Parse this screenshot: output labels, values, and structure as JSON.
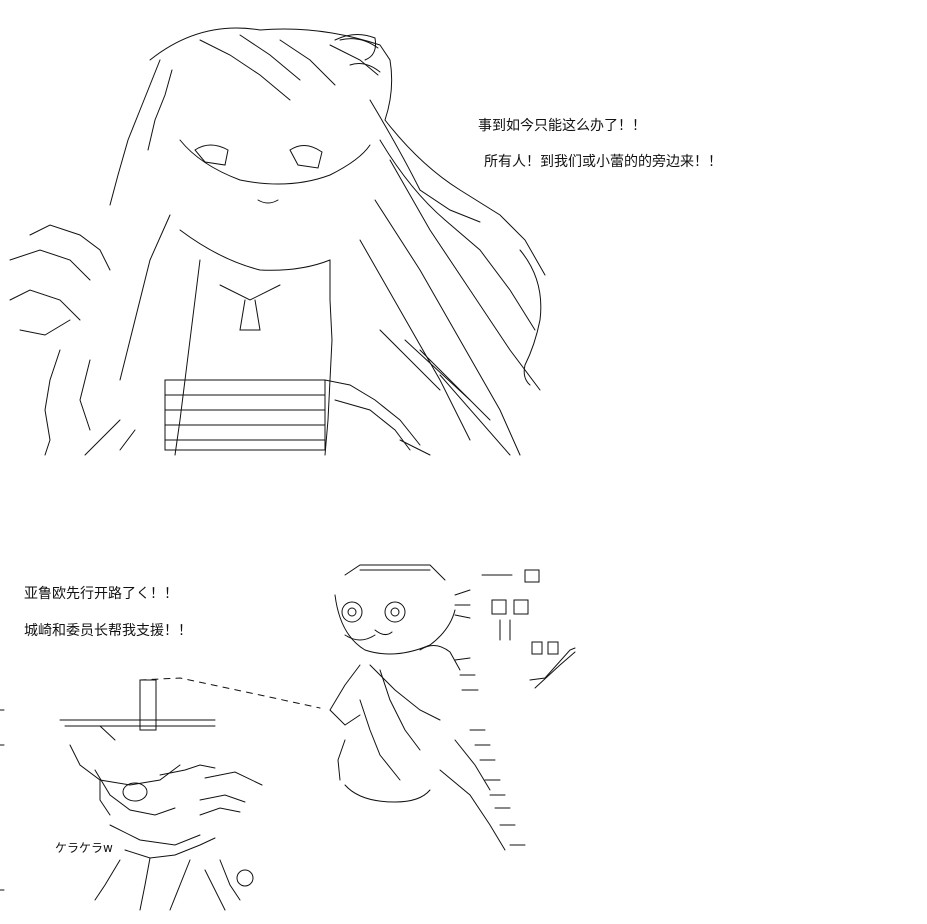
{
  "top_panel": {
    "dialogue": [
      "事到如今只能这么办了！！",
      "所有人！到我们或小蕾的的旁边来！！"
    ]
  },
  "bottom_panel": {
    "dialogue": [
      "亚鲁欧先行开路了く！！",
      "城崎和委员长帮我支援！！"
    ],
    "sfx": "ケラケラw"
  },
  "colors": {
    "ink": "#111111",
    "background": "#ffffff"
  }
}
